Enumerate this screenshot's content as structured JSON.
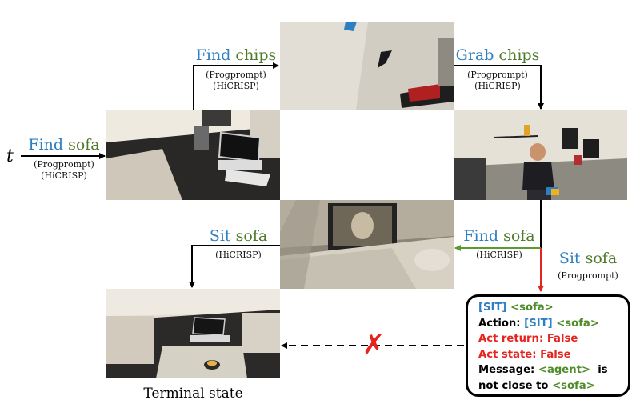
{
  "time_label": "t",
  "steps": {
    "find_sofa": {
      "verb": "Find",
      "object": "sofa",
      "sub1": "(Progprompt)",
      "sub2": "(HiCRISP)"
    },
    "find_chips": {
      "verb": "Find",
      "object": "chips",
      "sub1": "(Progprompt)",
      "sub2": "(HiCRISP)"
    },
    "grab_chips": {
      "verb": "Grab",
      "object": "chips",
      "sub1": "(Progprompt)",
      "sub2": "(HiCRISP)"
    },
    "find_sofa2": {
      "verb": "Find",
      "object": "sofa",
      "sub1": "(HiCRISP)"
    },
    "sit_sofa_hicrisp": {
      "verb": "Sit",
      "object": "sofa",
      "sub1": "(HiCRISP)"
    },
    "sit_sofa_progprompt": {
      "verb": "Sit",
      "object": "sofa",
      "sub1": "(Progprompt)"
    }
  },
  "terminal_label": "Terminal state",
  "message_box": {
    "l1_tag": "[SIT]",
    "l1_obj": "<sofa>",
    "l2_prefix": "Action:",
    "l2_tag": "[SIT]",
    "l2_obj": "<sofa>",
    "l3": "Act return: False",
    "l4": "Act state: False",
    "l5_prefix": "Message:",
    "l5_agent": "<agent>",
    "l5_is": "is",
    "l6_prefix": "not close to",
    "l6_obj": "<sofa>"
  },
  "fail_mark": "✗",
  "colors": {
    "action_blue": "#2e7fc2",
    "object_green": "#4f7a2a",
    "fail_red": "#e52420"
  }
}
